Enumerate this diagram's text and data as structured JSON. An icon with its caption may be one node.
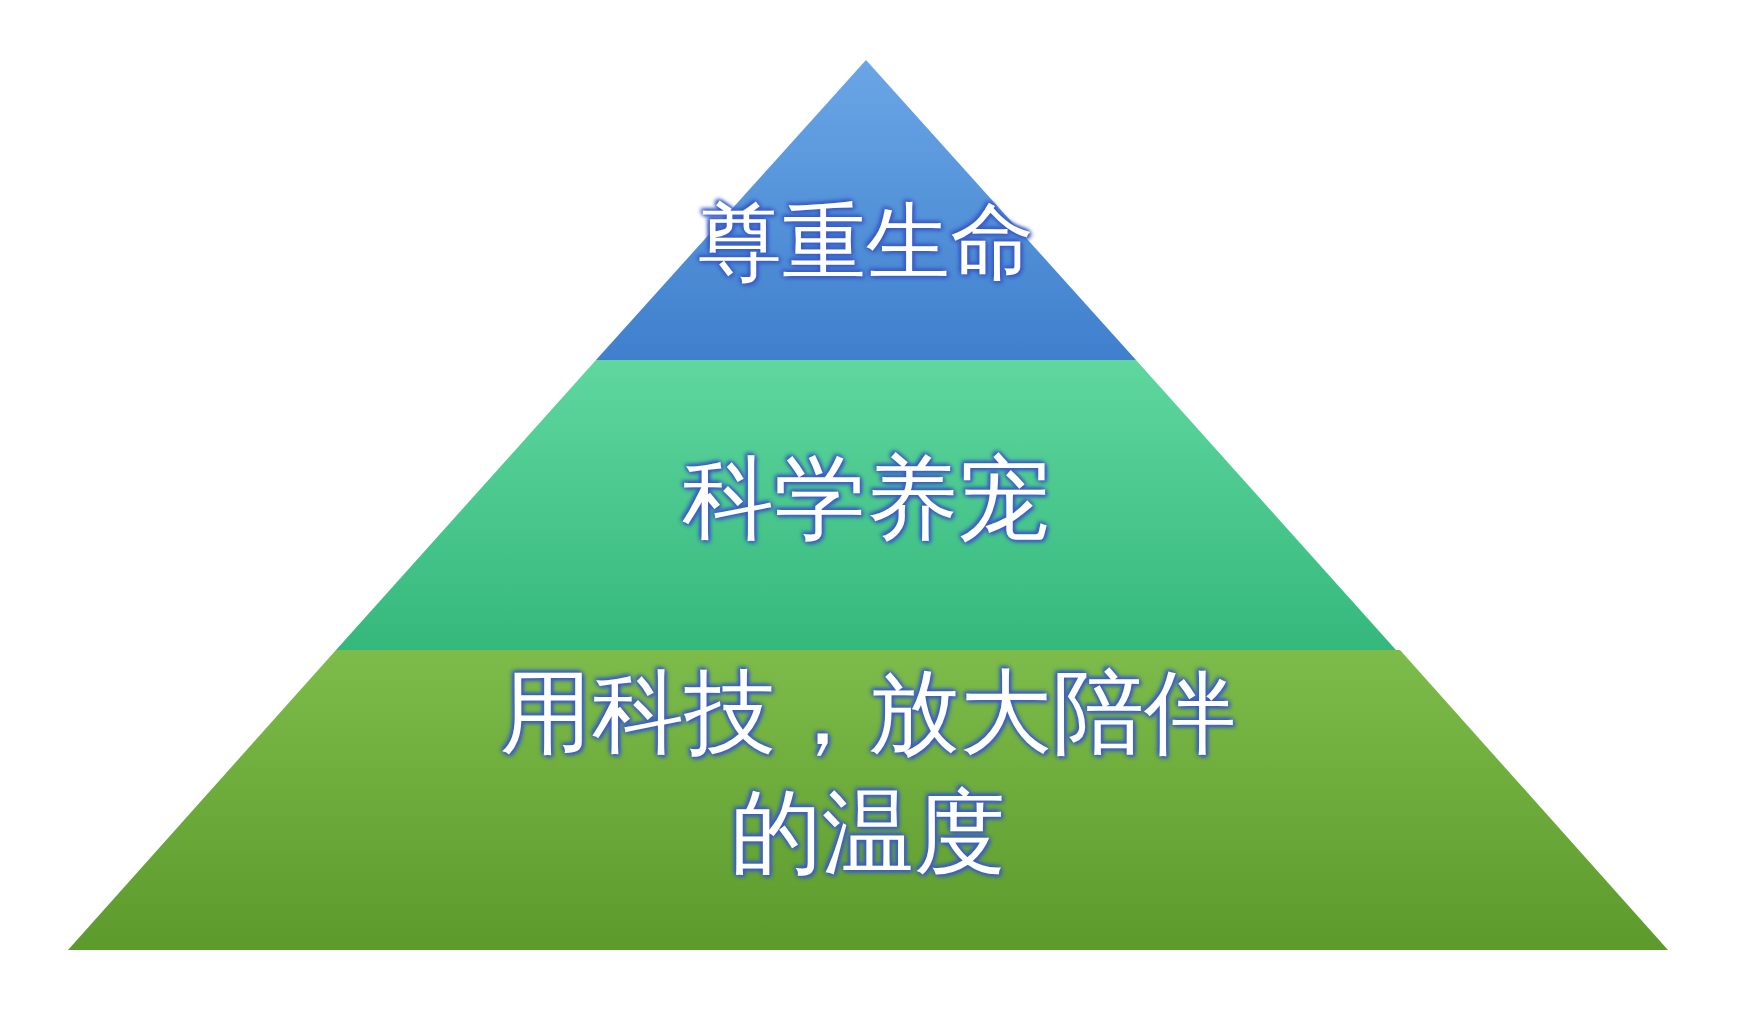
{
  "diagram": {
    "nodes": [
      {
        "text": [
          "尊重生命"
        ]
      },
      {
        "text": [
          "科学养宠"
        ]
      },
      {
        "text": [
          "用科技，放大陪伴的温度"
        ]
      }
    ]
  }
}
